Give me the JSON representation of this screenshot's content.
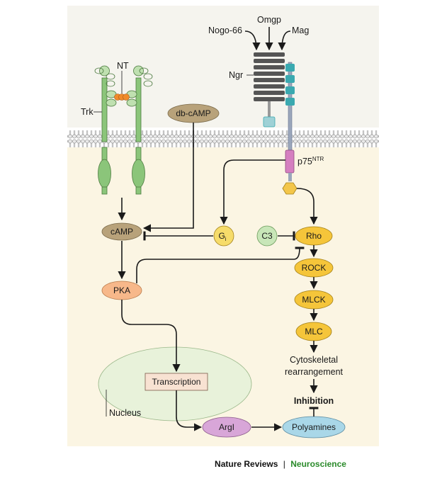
{
  "labels": {
    "nogo66": "Nogo-66",
    "omgp": "Omgp",
    "mag": "Mag",
    "ngr": "Ngr",
    "nt": "NT",
    "trk": "Trk",
    "db_camp": "db-cAMP",
    "p75_main": "p75",
    "p75_sup": "NTR",
    "camp": "cAMP",
    "gi_main": "G",
    "gi_sub": "i",
    "c3": "C3",
    "rho": "Rho",
    "rock": "ROCK",
    "mlck": "MLCK",
    "mlc": "MLC",
    "pka": "PKA",
    "cyto_line1": "Cytoskeletal",
    "cyto_line2": "rearrangement",
    "inhibition": "Inhibition",
    "transcription": "Transcription",
    "nucleus": "Nucleus",
    "argi": "ArgI",
    "polyamines": "Polyamines"
  },
  "footer": {
    "journal": "Nature Reviews",
    "separator": "|",
    "section": "Neuroscience"
  },
  "colors": {
    "background_top": "#f5f4ee",
    "background_cyto": "#fbf5e3",
    "membrane_head": "#e6e6e6",
    "trk": "#8bc57a",
    "camp": "#b8a27a",
    "gi": "#f6dc6a",
    "rho_cascade": "#f5c53a",
    "c3": "#c8e6b8",
    "pka": "#f7b88a",
    "transcription": "#f8e2d2",
    "nucleus": "#e8f2da",
    "argi": "#d8a6d8",
    "polyamines": "#a9d7e8",
    "p75": "#d57fc0",
    "hexagon": "#f3c64a",
    "ngr": "#555555",
    "teal": "#3aa9b0",
    "footer_section": "#2a8a2a"
  }
}
